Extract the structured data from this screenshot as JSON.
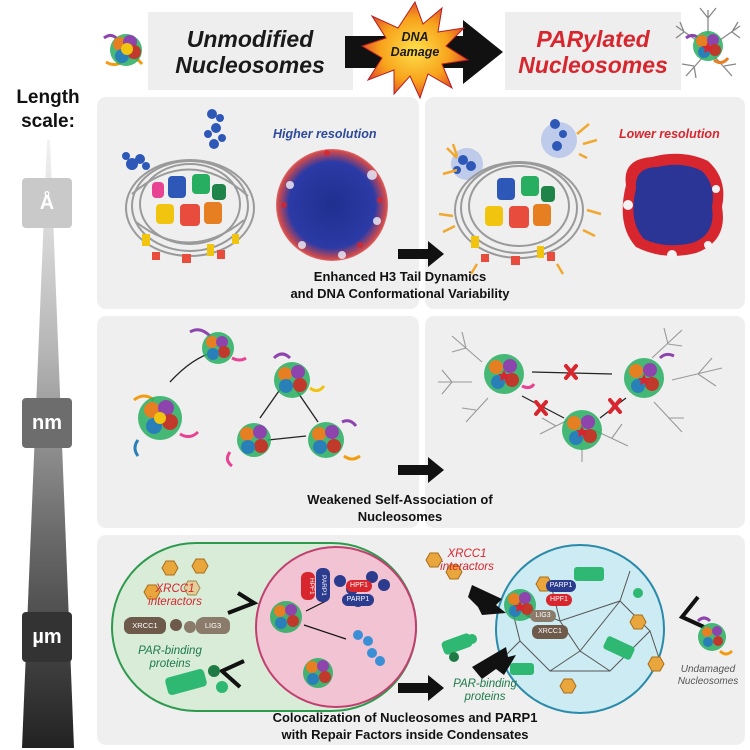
{
  "header": {
    "left_title": "Unmodified\nNucleosomes",
    "burst_label": "DNA\nDamage",
    "right_title": "PARylated\nNucleosomes"
  },
  "scale": {
    "title": "Length\nscale:",
    "ticks": [
      "Å",
      "nm",
      "µm"
    ]
  },
  "row1": {
    "left_label": "Higher resolution",
    "right_label": "Lower resolution",
    "caption": "Enhanced H3 Tail Dynamics\nand DNA Conformational Variability"
  },
  "row2": {
    "caption": "Weakened Self-Association of\nNucleosomes"
  },
  "row3": {
    "xrcc1_left": "XRCC1\ninteractors",
    "par_left": "PAR-binding\nproteins",
    "xrcc1_right": "XRCC1\ninteractors",
    "par_right": "PAR-binding\nproteins",
    "undamaged": "Undamaged\nNucleosomes",
    "pills": {
      "xrcc1": "XRCC1",
      "lig3": "LIG3",
      "hpf1": "HPF1",
      "parp1": "PARP1"
    },
    "caption": "Colocalization of Nucleosomes and PARP1\nwith Repair Factors inside Condensates"
  },
  "colors": {
    "accent_red": "#d7262d",
    "accent_green": "#1f7a4a",
    "resolution_blue": "#2e4a9a",
    "panel_bg": "#efefef"
  }
}
